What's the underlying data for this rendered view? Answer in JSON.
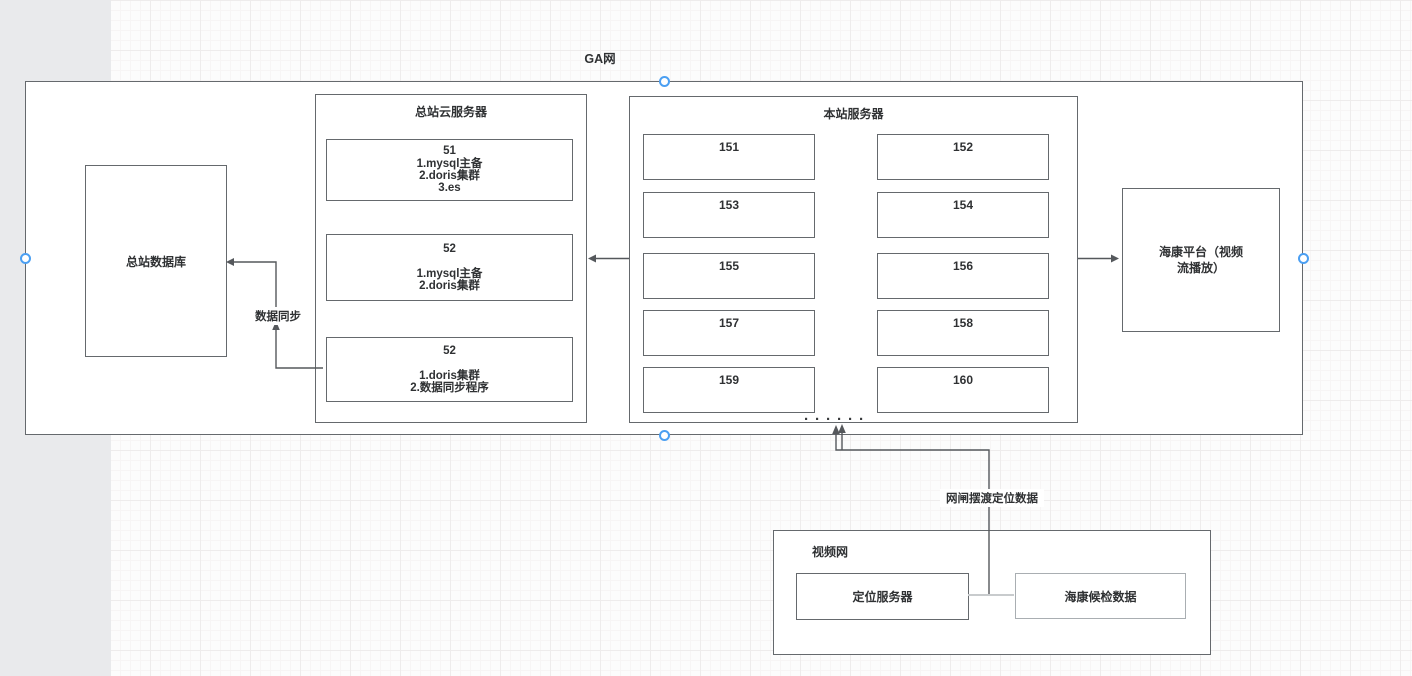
{
  "colors": {
    "border_gray": "#65696d",
    "connector_gray": "#55585c",
    "light_connector": "#c8cbcd",
    "light_border": "#a9aeb2",
    "cp_blue": "#4b9ff2",
    "text_color": "#2f3133",
    "bg_gray": "#e9eaec"
  },
  "ga_network": {
    "label": "GA网"
  },
  "master_db": {
    "label": "总站数据库"
  },
  "sync_edge": {
    "label": "数据同步"
  },
  "cloud_server": {
    "title": "总站云服务器",
    "nodes": [
      {
        "text": "51\n1.mysql主备\n2.doris集群\n3.es"
      },
      {
        "text": "52\n\n1.mysql主备\n2.doris集群"
      },
      {
        "text": "52\n\n1.doris集群\n2.数据同步程序"
      }
    ]
  },
  "local_servers": {
    "title": "本站服务器",
    "items": [
      "151",
      "152",
      "153",
      "154",
      "155",
      "156",
      "157",
      "158",
      "159",
      "160"
    ],
    "ellipsis": "······"
  },
  "hikvision_platform": {
    "label": "海康平台（视频\n流播放）"
  },
  "gateway_edge": {
    "label": "网闸摆渡定位数据"
  },
  "video_network": {
    "title": "视频网",
    "location_server": "定位服务器",
    "hik_inspection_data": "海康候检数据"
  }
}
